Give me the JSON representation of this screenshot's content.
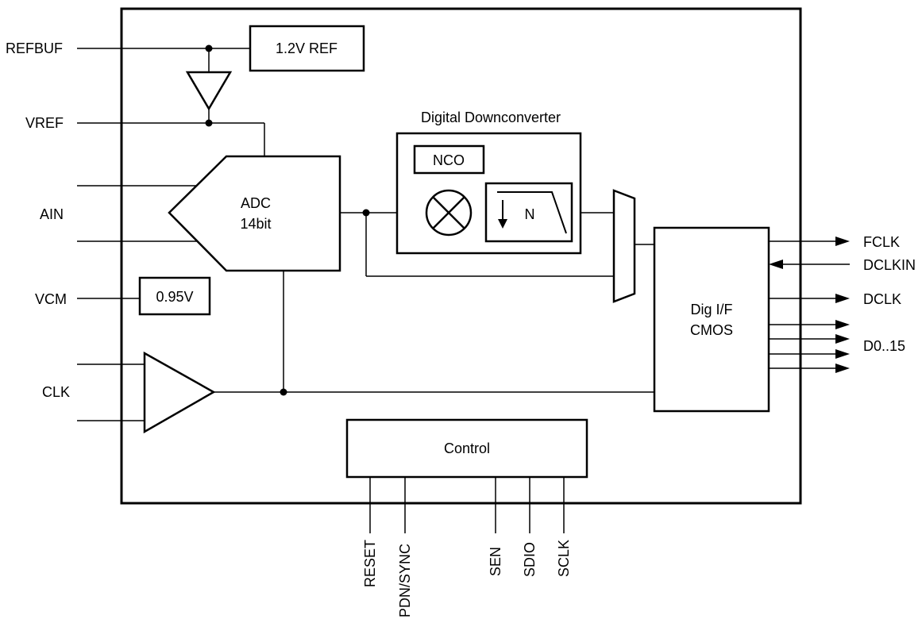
{
  "blocks": {
    "ref": "1.2V REF",
    "ddc_title": "Digital Downconverter",
    "nco": "NCO",
    "decim": "N",
    "adc_line1": "ADC",
    "adc_line2": "14bit",
    "vcm_ref": "0.95V",
    "dig_line1": "Dig I/F",
    "dig_line2": "CMOS",
    "control": "Control"
  },
  "pins_left": {
    "refbuf": "REFBUF",
    "vref": "VREF",
    "ain": "AIN",
    "vcm": "VCM",
    "clk": "CLK"
  },
  "pins_right": {
    "fclk": "FCLK",
    "dclkin": "DCLKIN",
    "dclk": "DCLK",
    "data": "D0..15"
  },
  "pins_bottom": {
    "reset": "RESET",
    "pdn_sync": "PDN/SYNC",
    "sen": "SEN",
    "sdio": "SDIO",
    "sclk": "SCLK"
  }
}
